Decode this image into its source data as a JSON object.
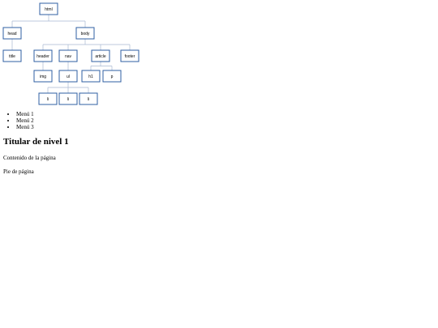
{
  "diagram": {
    "nodes": [
      {
        "id": "html",
        "label": "html",
        "level": 0
      },
      {
        "id": "head",
        "label": "head",
        "level": 1,
        "parent": "html"
      },
      {
        "id": "body",
        "label": "body",
        "level": 1,
        "parent": "html"
      },
      {
        "id": "title",
        "label": "title",
        "level": 2,
        "parent": "head"
      },
      {
        "id": "header",
        "label": "header",
        "level": 2,
        "parent": "body"
      },
      {
        "id": "nav",
        "label": "nav",
        "level": 2,
        "parent": "body"
      },
      {
        "id": "article",
        "label": "article",
        "level": 2,
        "parent": "body"
      },
      {
        "id": "footer",
        "label": "footer",
        "level": 2,
        "parent": "body"
      },
      {
        "id": "img",
        "label": "img",
        "level": 3,
        "parent": "header"
      },
      {
        "id": "ul",
        "label": "ul",
        "level": 3,
        "parent": "nav"
      },
      {
        "id": "h1",
        "label": "h1",
        "level": 3,
        "parent": "article"
      },
      {
        "id": "p",
        "label": "p",
        "level": 3,
        "parent": "article"
      },
      {
        "id": "li1",
        "label": "li",
        "level": 4,
        "parent": "ul"
      },
      {
        "id": "li2",
        "label": "li",
        "level": 4,
        "parent": "ul"
      },
      {
        "id": "li3",
        "label": "li",
        "level": 4,
        "parent": "ul"
      }
    ]
  },
  "content": {
    "menu": [
      "Menú 1",
      "Menú 2",
      "Menú 3"
    ],
    "heading": "Titular de nivel 1",
    "paragraph": "Contenido de la página",
    "footer": "Pie de página"
  }
}
